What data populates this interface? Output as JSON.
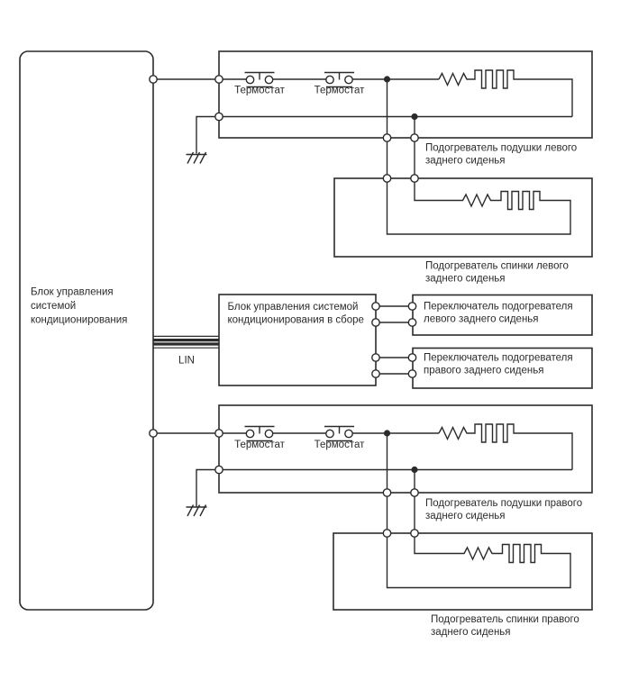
{
  "diagram": {
    "title_semantic": "Rear seat heater wiring diagram",
    "colors": {
      "line": "#2b2b2b",
      "background": "#ffffff"
    },
    "left_unit": {
      "lines": [
        "Блок управления",
        "системой",
        "кондиционирования"
      ]
    },
    "bus": {
      "label": "LIN"
    },
    "assembly_unit": {
      "lines": [
        "Блок управления системой",
        "кондиционирования в сборе"
      ]
    },
    "thermostat_label": "Термостат",
    "heaters": {
      "cushion_left": {
        "lines": [
          "Подогреватель подушки левого",
          "заднего сиденья"
        ]
      },
      "back_left": {
        "lines": [
          "Подогреватель спинки левого",
          "заднего сиденья"
        ]
      },
      "cushion_right": {
        "lines": [
          "Подогреватель подушки правого",
          "заднего сиденья"
        ]
      },
      "back_right": {
        "lines": [
          "Подогреватель спинки правого",
          "заднего сиденья"
        ]
      }
    },
    "switches": {
      "left": {
        "lines": [
          "Переключатель подогревателя",
          "левого заднего сиденья"
        ]
      },
      "right": {
        "lines": [
          "Переключатель подогревателя",
          "правого заднего сиденья"
        ]
      }
    }
  }
}
